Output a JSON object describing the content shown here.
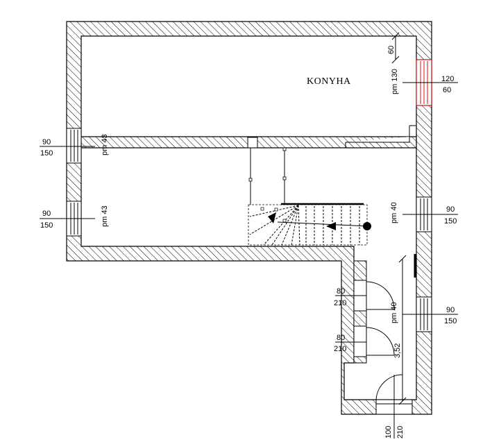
{
  "room_label": "KONYHA",
  "labels": {
    "kitchen_window_width": "120",
    "kitchen_window_height": "60",
    "kitchen_window_sill": "pm 130",
    "kitchen_window_top_dim": "60",
    "left_upper_window_width": "90",
    "left_upper_window_height": "150",
    "left_upper_window_sill": "pm 43",
    "left_lower_window_width": "90",
    "left_lower_window_height": "150",
    "left_lower_window_sill": "pm 43",
    "right_upper_window_width": "90",
    "right_upper_window_height": "150",
    "right_upper_window_sill": "pm 40",
    "right_lower_window_width": "90",
    "right_lower_window_height": "150",
    "right_lower_window_sill": "pm 40",
    "door_upper_width": "80",
    "door_upper_height": "210",
    "door_lower_width": "80",
    "door_lower_height": "210",
    "corridor_dimension": "3,52",
    "entrance_door_width": "100",
    "entrance_door_height": "210"
  },
  "colors": {
    "line": "#000000",
    "hatch": "#000000",
    "highlight_window": "#d01010",
    "background": "#ffffff"
  }
}
